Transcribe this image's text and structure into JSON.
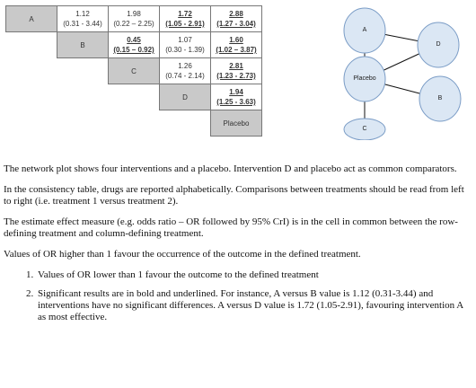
{
  "league": {
    "rows": [
      [
        {
          "type": "diag",
          "label": "A"
        },
        {
          "type": "cell",
          "value": "1.12",
          "ci": "(0.31 - 3.44)",
          "sig": false
        },
        {
          "type": "cell",
          "value": "1.98",
          "ci": "(0.22 – 2.25)",
          "sig": false
        },
        {
          "type": "cell",
          "value": "1.72",
          "ci": "(1.05 - 2.91)",
          "sig": true
        },
        {
          "type": "cell",
          "value": "2.88",
          "ci": "(1.27 - 3.04)",
          "sig": true
        }
      ],
      [
        {
          "type": "empty"
        },
        {
          "type": "diag",
          "label": "B"
        },
        {
          "type": "cell",
          "value": "0.45",
          "ci": "(0.15 – 0.92)",
          "sig": true
        },
        {
          "type": "cell",
          "value": "1.07",
          "ci": "(0.30 - 1.39)",
          "sig": false
        },
        {
          "type": "cell",
          "value": "1.60",
          "ci": "(1.02 – 3.87)",
          "sig": true
        }
      ],
      [
        {
          "type": "empty"
        },
        {
          "type": "empty"
        },
        {
          "type": "diag",
          "label": "C"
        },
        {
          "type": "cell",
          "value": "1.26",
          "ci": "(0.74 - 2.14)",
          "sig": false
        },
        {
          "type": "cell",
          "value": "2.81",
          "ci": "(1.23 - 2.73)",
          "sig": true
        }
      ],
      [
        {
          "type": "empty"
        },
        {
          "type": "empty"
        },
        {
          "type": "empty"
        },
        {
          "type": "diag",
          "label": "D"
        },
        {
          "type": "cell",
          "value": "1.94",
          "ci": "(1.25 - 3.63)",
          "sig": true
        }
      ],
      [
        {
          "type": "empty"
        },
        {
          "type": "empty"
        },
        {
          "type": "empty"
        },
        {
          "type": "empty"
        },
        {
          "type": "diag",
          "label": "Placebo"
        }
      ]
    ]
  },
  "network": {
    "nodes": {
      "A": "A",
      "D": "D",
      "Placebo": "Placebo",
      "B": "B",
      "C": "C"
    },
    "colors": {
      "fill": "#dbe7f4",
      "stroke": "#7a9cc6",
      "line": "#111111"
    }
  },
  "text": {
    "p1": "The network plot shows four interventions and a placebo. Intervention D and placebo act as common comparators.",
    "p2": "In the consistency table, drugs are reported alphabetically. Comparisons between treatments should be read from left to right (i.e. treatment 1 versus treatment 2).",
    "p3": "The estimate effect measure (e.g. odds ratio – OR followed by 95% CrI) is in the cell in common between the row-defining treatment and column-defining treatment.",
    "p4": "Values of OR higher than 1 favour the occurrence of the outcome in the defined treatment.",
    "li1": "Values of OR lower than 1 favour the outcome to the defined treatment",
    "li2": "Significant results are in bold and underlined. For instance, A versus B value is 1.12 (0.31-3.44) and interventions have no significant differences. A versus D value is 1.72 (1.05-2.91), favouring intervention A as most effective."
  }
}
